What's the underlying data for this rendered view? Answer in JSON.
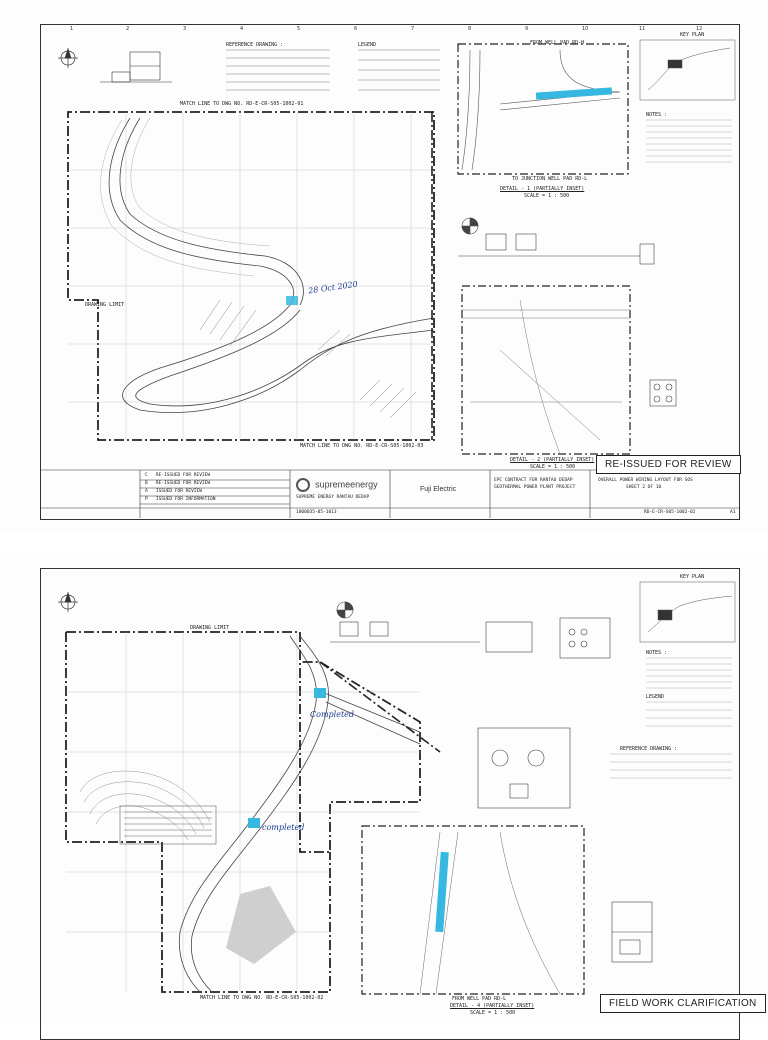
{
  "sheet1": {
    "match_top": "MATCH LINE TO DWG NO. RD-E-CR-S05-1002-01",
    "match_bottom": "MATCH LINE TO DWG NO. RD-E-CR-S05-1002-03",
    "drawing_limit": "DRAWING LIMIT",
    "handnote": "28 Oct 2020",
    "stamp": "RE-ISSUED FOR REVIEW",
    "from_well_pad": "FROM WELL PAD RD-H",
    "to_junction": "TO JUNCTION WELL PAD RD-L",
    "detail_1": "DETAIL - 1 (PARTIALLY INSET)",
    "detail_1_scale": "SCALE = 1 : 500",
    "detail_2": "DETAIL - 2 (PARTIALLY INSET)",
    "detail_2_scale": "SCALE = 1 : 500",
    "key_plan": "KEY PLAN",
    "notes_title": "NOTES :",
    "legend_title": "LEGEND",
    "reference_title": "REFERENCE DRAWING :",
    "company": "supremeenergy",
    "company_sub": "SUPREME ENERGY RANTAU DEDAP",
    "contractor": "Fuji Electric",
    "project_l1": "EPC CONTRACT FOR RANTAU DEDAP",
    "project_l2": "GEOTHERMAL POWER PLANT PROJECT",
    "title_l1": "OVERALL POWER WIRING LAYOUT FOR SOS",
    "title_l2": "SHEET 2 OF 10",
    "dwg_no": "RD-E-CR-S05-1002-02",
    "contract_no": "1800035-05-1013",
    "sheet_size": "A1",
    "revisions": [
      {
        "rev": "C",
        "desc": "RE-ISSUED FOR REVIEW"
      },
      {
        "rev": "B",
        "desc": "RE-ISSUED FOR REVIEW"
      },
      {
        "rev": "A",
        "desc": "ISSUED FOR REVIEW"
      },
      {
        "rev": "P",
        "desc": "ISSUED FOR INFORMATION"
      }
    ]
  },
  "sheet2": {
    "match_bottom": "MATCH LINE TO DWG NO. RD-E-CR-S05-1002-02",
    "drawing_limit": "DRAWING LIMIT",
    "handnote_1": "Completed",
    "handnote_2": "completed",
    "stamp": "FIELD WORK CLARIFICATION",
    "from_well_pad": "FROM WELL PAD RD-L",
    "detail": "DETAIL - 4 (PARTIALLY INSET)",
    "detail_scale": "SCALE = 1 : 500",
    "key_plan": "KEY PLAN",
    "notes_title": "NOTES :",
    "legend_title": "LEGEND",
    "reference_title": "REFERENCE DRAWING :"
  },
  "grid_numbers": [
    "1",
    "2",
    "3",
    "4",
    "5",
    "6",
    "7",
    "8",
    "9",
    "10",
    "11",
    "12"
  ],
  "colors": {
    "ink": "#222222",
    "cyan": "#36b8e0",
    "blue_pen": "#1b3c94",
    "hatch": "#9a9a9a"
  }
}
